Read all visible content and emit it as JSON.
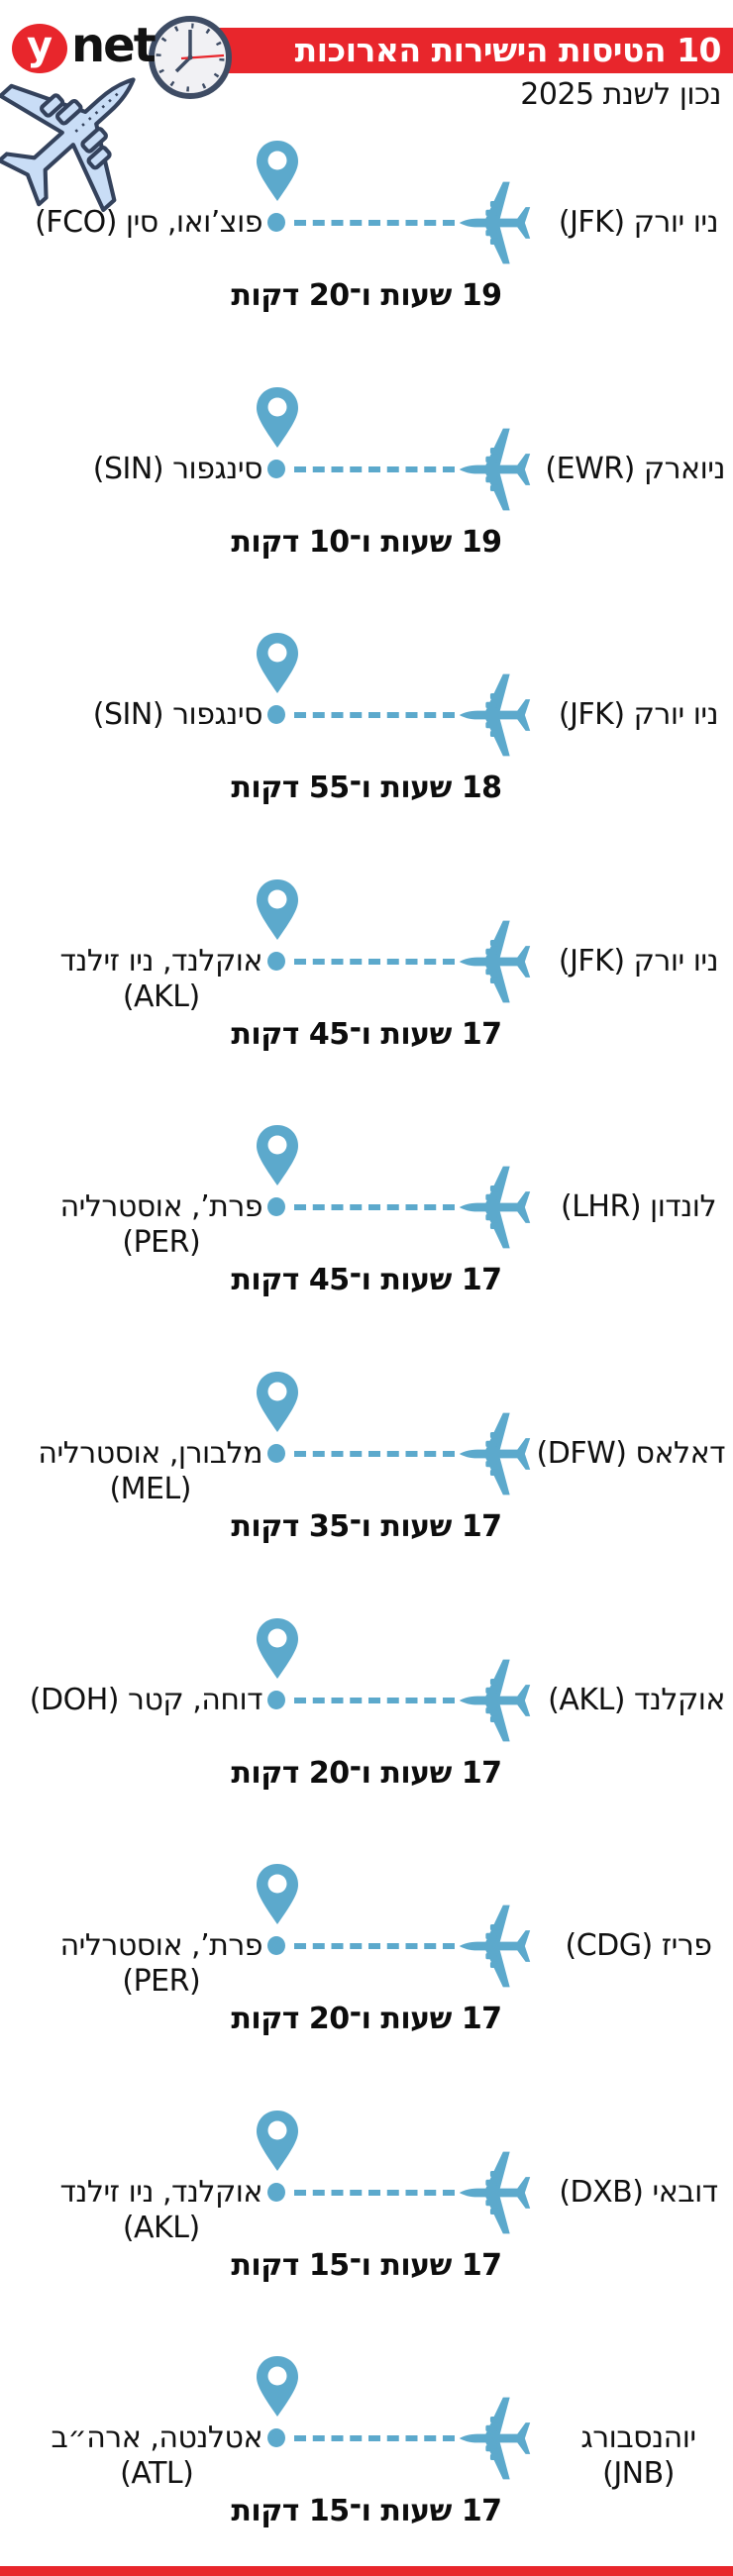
{
  "header": {
    "logo_y": "y",
    "logo_net": "net",
    "title": "10 הטיסות הישירות הארוכות",
    "subtitle": "נכון לשנת 2025"
  },
  "colors": {
    "brand_red": "#e8262c",
    "icon_blue": "#5ca9cc",
    "illustration_blue": "#c9ddf6",
    "outline_navy": "#3e4c64",
    "text_black": "#111111"
  },
  "icons": [
    "ynet-logo",
    "clock-icon",
    "airplane-illustration",
    "airplane-icon",
    "map-pin-icon"
  ],
  "flights": [
    {
      "origin_line1": "ניו יורק (JFK)",
      "origin_line2": "",
      "dest_line1": "פוצ’ואו, סין (FCO)",
      "dest_line2": "",
      "duration": "19 שעות ו־20 דקות"
    },
    {
      "origin_line1": "ניוארק (EWR)",
      "origin_line2": "",
      "dest_line1": "סינגפור (SIN)",
      "dest_line2": "",
      "duration": "19 שעות ו־10 דקות"
    },
    {
      "origin_line1": "ניו יורק (JFK)",
      "origin_line2": "",
      "dest_line1": "סינגפור (SIN)",
      "dest_line2": "",
      "duration": "18 שעות ו־55 דקות"
    },
    {
      "origin_line1": "ניו יורק (JFK)",
      "origin_line2": "",
      "dest_line1": "אוקלנד, ניו זילנד",
      "dest_line2": "(AKL)",
      "duration": "17 שעות ו־45 דקות"
    },
    {
      "origin_line1": "לונדון (LHR)",
      "origin_line2": "",
      "dest_line1": "פרת’, אוסטרליה",
      "dest_line2": "(PER)",
      "duration": "17 שעות ו־45 דקות"
    },
    {
      "origin_line1": "דאלאס (DFW)",
      "origin_line2": "",
      "dest_line1": "מלבורן, אוסטרליה",
      "dest_line2": "(MEL)",
      "duration": "17 שעות ו־35 דקות"
    },
    {
      "origin_line1": "אוקלנד (AKL)",
      "origin_line2": "",
      "dest_line1": "דוחה, קטר (DOH)",
      "dest_line2": "",
      "duration": "17 שעות ו־20 דקות"
    },
    {
      "origin_line1": "פריז (CDG)",
      "origin_line2": "",
      "dest_line1": "פרת’, אוסטרליה",
      "dest_line2": "(PER)",
      "duration": "17 שעות ו־20 דקות"
    },
    {
      "origin_line1": "דובאי (DXB)",
      "origin_line2": "",
      "dest_line1": "אוקלנד, ניו זילנד",
      "dest_line2": "(AKL)",
      "duration": "17 שעות ו־15 דקות"
    },
    {
      "origin_line1": "יוהנסבורג",
      "origin_line2": "(JNB)",
      "dest_line1": "אטלנטה, ארה״ב",
      "dest_line2": "(ATL)",
      "duration": "17 שעות ו־15 דקות"
    }
  ]
}
